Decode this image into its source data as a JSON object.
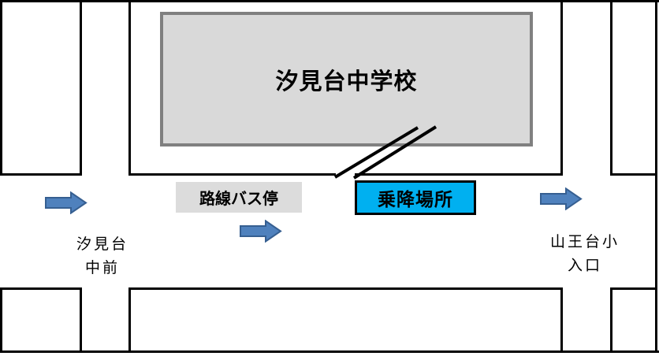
{
  "map": {
    "school": {
      "name": "汐見台中学校"
    },
    "bus_stop": {
      "label": "路線バス停"
    },
    "boarding_point": {
      "label": "乗降場所"
    },
    "left_intersection": {
      "line1": "汐見台",
      "line2": "中前"
    },
    "right_intersection": {
      "line1": "山王台小",
      "line2": "入口"
    }
  },
  "colors": {
    "school_fill": "#d9d9d9",
    "school_border": "#808080",
    "bus_stop_fill": "#dcdcdc",
    "boarding_fill": "#00b0f0",
    "arrow_fill": "#4f81bd",
    "arrow_stroke": "#365f91",
    "line_color": "#000000"
  }
}
